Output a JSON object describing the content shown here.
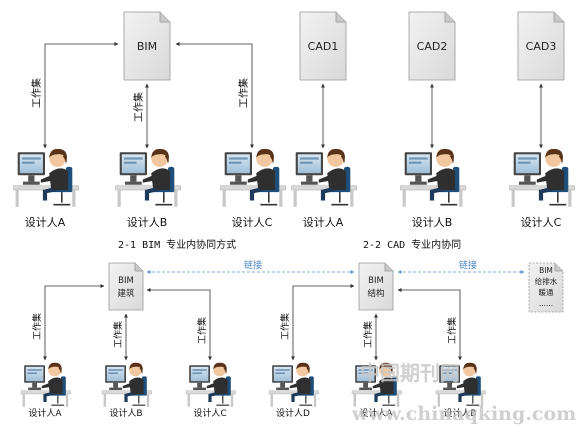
{
  "documents_top": [
    {
      "id": "bim",
      "lines": [
        "BIM"
      ]
    },
    {
      "id": "cad1",
      "lines": [
        "CAD1"
      ]
    },
    {
      "id": "cad2",
      "lines": [
        "CAD2"
      ]
    },
    {
      "id": "cad3",
      "lines": [
        "CAD3"
      ]
    }
  ],
  "documents_bottom": [
    {
      "id": "bim-arch",
      "lines": [
        "BIM",
        "建筑"
      ]
    },
    {
      "id": "bim-struct",
      "lines": [
        "BIM",
        "结构"
      ]
    },
    {
      "id": "bim-mep",
      "lines": [
        "BIM",
        "给排水",
        "暖通",
        "......"
      ]
    }
  ],
  "edge_label_workset": "工作集",
  "edge_label_link": "链接",
  "designers_top": [
    "设计人A",
    "设计人B",
    "设计人C",
    "设计人A",
    "设计人B",
    "设计人C"
  ],
  "designers_bottom": [
    "设计人A",
    "设计人B",
    "设计人C",
    "设计人D",
    "设计人A",
    "设计人B"
  ],
  "captions": {
    "left": "2-1 BIM 专业内协同方式",
    "right": "2-2 CAD 专业内协同"
  },
  "watermark": {
    "cn": "中国期刊网",
    "url": "www.chinaqking.com"
  }
}
